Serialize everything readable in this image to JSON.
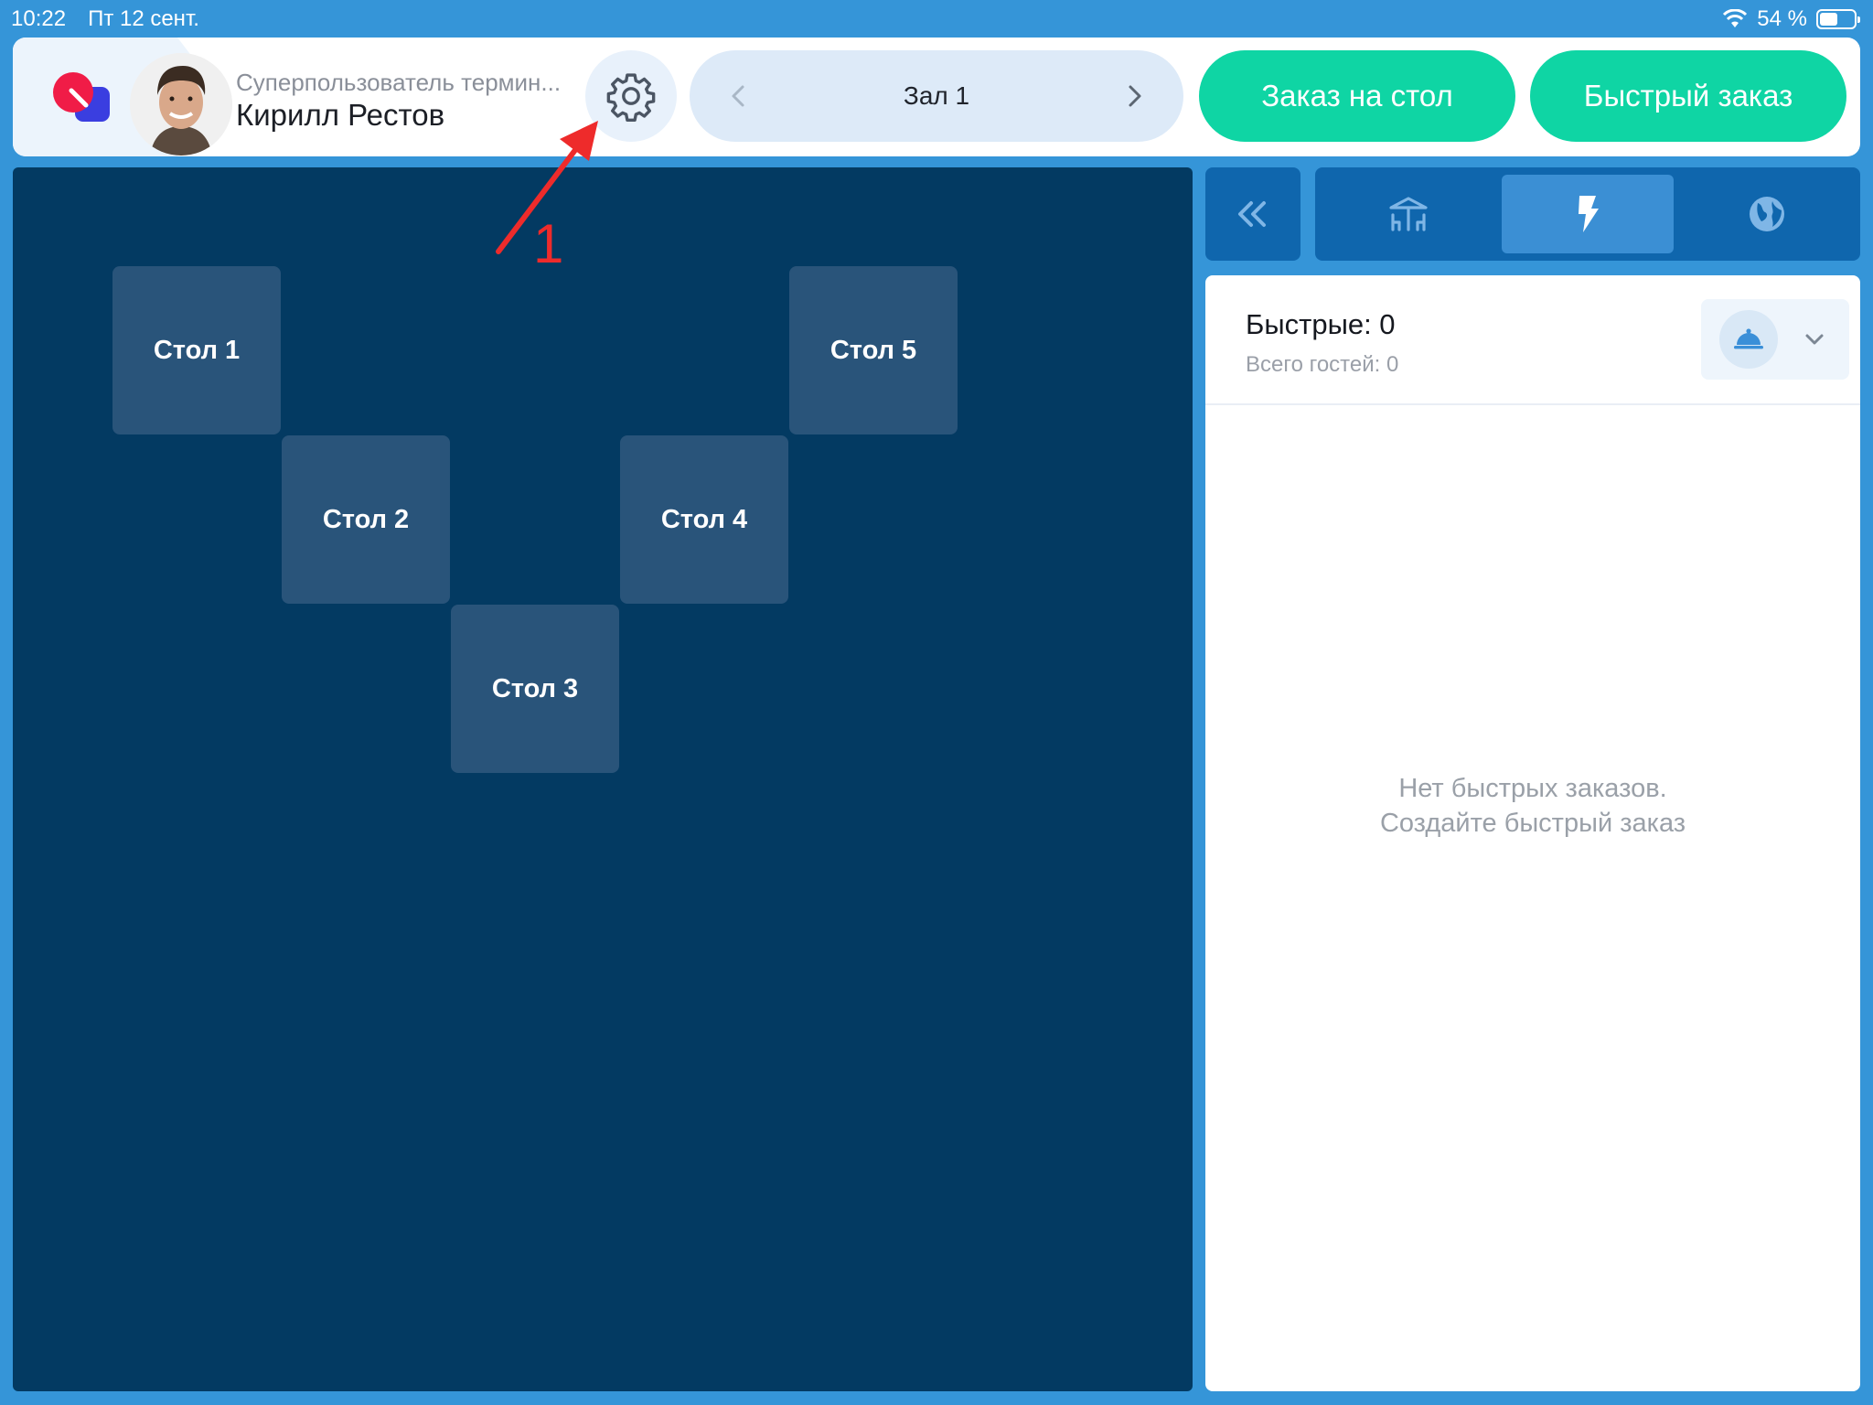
{
  "status_bar": {
    "time": "10:22",
    "date": "Пт 12 сент.",
    "battery_text": "54 %",
    "battery_level_percent": 54
  },
  "header": {
    "user_role": "Суперпользователь термин...",
    "user_name": "Кирилл Рестов",
    "hall_name": "Зал 1",
    "table_order_label": "Заказ на стол",
    "quick_order_label": "Быстрый заказ"
  },
  "floor": {
    "tables": [
      "Стол 1",
      "Стол 2",
      "Стол 3",
      "Стол 4",
      "Стол 5"
    ]
  },
  "annotation": {
    "number": "1",
    "color": "#ee2b2b"
  },
  "orders_panel": {
    "title": "Быстрые: 0",
    "guests": "Всего гостей: 0",
    "empty_line1": "Нет быстрых заказов.",
    "empty_line2": "Создайте быстрый заказ"
  },
  "colors": {
    "background": "#3595d8",
    "floor": "#033a62",
    "table": "#29547a",
    "accent_green": "#0fd5a4",
    "panel_blue": "#0f66ad",
    "active_tab": "#3b8fd4"
  },
  "icons": {
    "settings": "gear-icon",
    "collapse": "double-chevron-left-icon",
    "tab_tables": "tables-icon",
    "tab_quick": "lightning-icon",
    "tab_delivery": "globe-icon",
    "cloche": "cloche-icon"
  }
}
